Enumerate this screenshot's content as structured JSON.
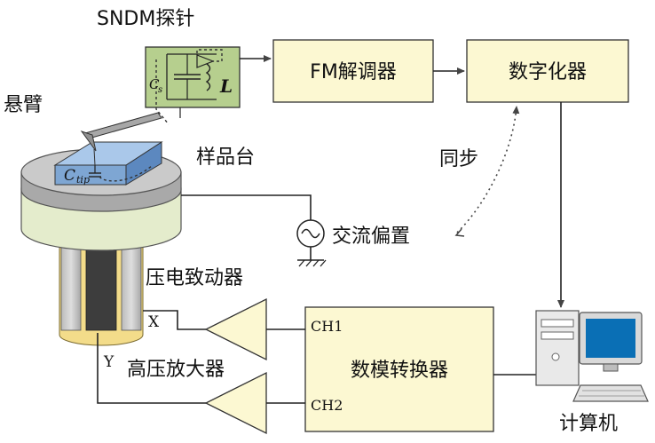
{
  "labels": {
    "probe": "SNDM探针",
    "cantilever": "悬臂",
    "stage": "样品台",
    "sync": "同步",
    "ac_bias": "交流偏置",
    "piezo": "压电致动器",
    "hv_amp": "高压放大器",
    "computer": "计算机",
    "x_axis": "X",
    "y_axis": "Y"
  },
  "blocks": {
    "fm": "FM解调器",
    "digitizer": "数字化器",
    "dac": "数模转换器",
    "ch1": "CH1",
    "ch2": "CH2"
  },
  "circuit": {
    "cs": "C",
    "cs_sub": "s",
    "inductor": "L",
    "ctip": "C",
    "ctip_sub": "tip"
  },
  "colors": {
    "probe_box": "#b6cf8e",
    "block_fill": "#fcf8d2",
    "sample": "#8fb4dd",
    "stage_top": "#c6c6c6",
    "stage_body": "#e4eccc",
    "piezo_gold": "#f3dc8a",
    "amplifier": "#fcf8d2"
  }
}
